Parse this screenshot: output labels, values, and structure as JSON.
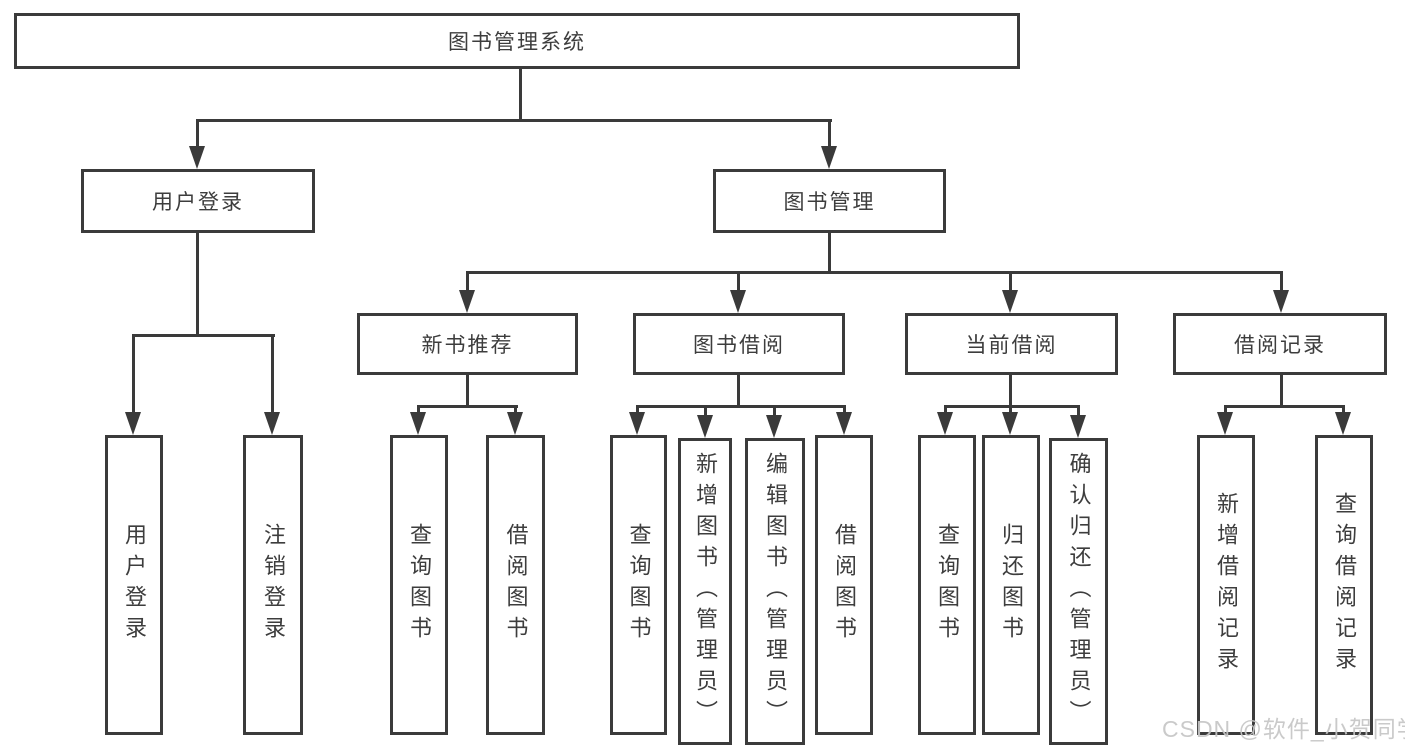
{
  "diagram": {
    "root": "图书管理系统",
    "level2": {
      "user_login": "用户登录",
      "book_mgmt": "图书管理"
    },
    "level3": {
      "new_book_rec": "新书推荐",
      "book_borrow": "图书借阅",
      "current_borrow": "当前借阅",
      "borrow_records": "借阅记录"
    },
    "leaves": {
      "user_login": "用户登录",
      "logout": "注销登录",
      "rec_query_books": "查询图书",
      "rec_borrow_books": "借阅图书",
      "bb_query_books": "查询图书",
      "bb_add_books": "新增图书（管理员）",
      "bb_edit_books": "编辑图书（管理员）",
      "bb_borrow_books": "借阅图书",
      "cb_query_books": "查询图书",
      "cb_return_books": "归还图书",
      "cb_confirm_return": "确认归还（管理员）",
      "br_add_record": "新增借阅记录",
      "br_query_record": "查询借阅记录"
    },
    "watermark": "CSDN @软件_小贺同学",
    "colors": {
      "line": "#3a3a3a",
      "box_border": "#3b3b3b",
      "box_fill": "#ffffff",
      "text": "#3d3d3d",
      "watermark": "#c5c5c5"
    }
  }
}
